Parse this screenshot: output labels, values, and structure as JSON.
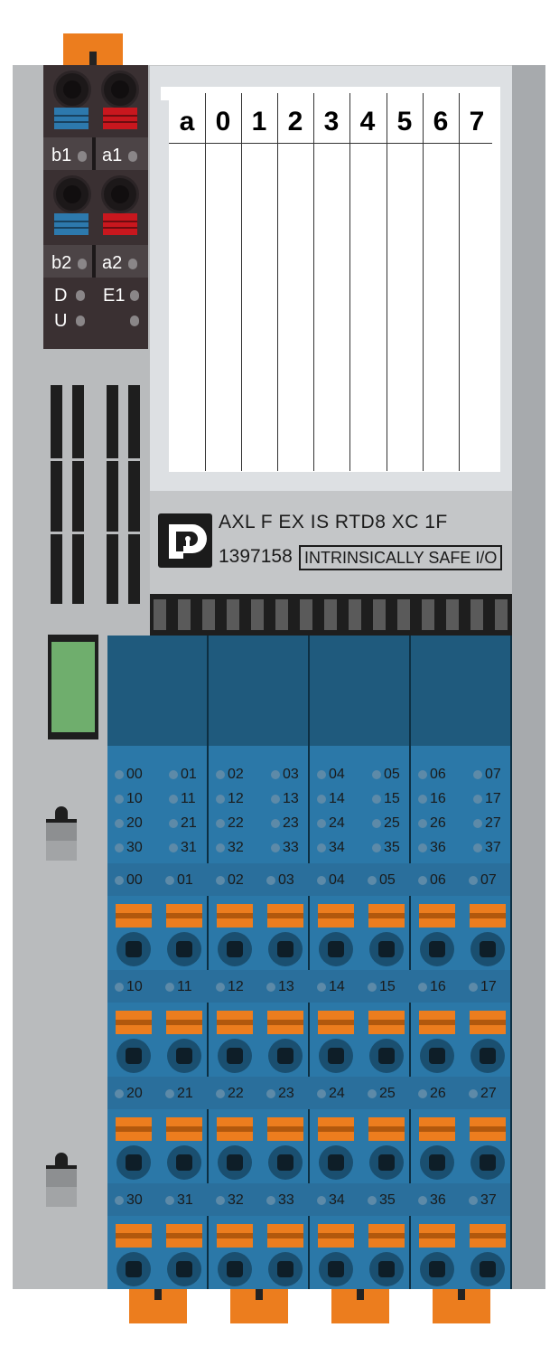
{
  "supply_connector": {
    "row1": {
      "left_label": "b1",
      "right_label": "a1"
    },
    "row2": {
      "left_label": "b2",
      "right_label": "a2"
    },
    "status": {
      "d": "D",
      "u": "U",
      "e1": "E1"
    }
  },
  "label_strip": {
    "columns": [
      "a",
      "0",
      "1",
      "2",
      "3",
      "4",
      "5",
      "6",
      "7"
    ]
  },
  "product": {
    "name": "AXL F EX IS RTD8 XC 1F",
    "article_number": "1397158",
    "safety_label": "INTRINSICALLY SAFE I/O"
  },
  "led_matrix": [
    [
      "00",
      "01",
      "02",
      "03",
      "04",
      "05",
      "06",
      "07"
    ],
    [
      "10",
      "11",
      "12",
      "13",
      "14",
      "15",
      "16",
      "17"
    ],
    [
      "20",
      "21",
      "22",
      "23",
      "24",
      "25",
      "26",
      "27"
    ],
    [
      "30",
      "31",
      "32",
      "33",
      "34",
      "35",
      "36",
      "37"
    ]
  ],
  "terminal_rows": [
    [
      "00",
      "01",
      "02",
      "03",
      "04",
      "05",
      "06",
      "07"
    ],
    [
      "10",
      "11",
      "12",
      "13",
      "14",
      "15",
      "16",
      "17"
    ],
    [
      "20",
      "21",
      "22",
      "23",
      "24",
      "25",
      "26",
      "27"
    ],
    [
      "30",
      "31",
      "32",
      "33",
      "34",
      "35",
      "36",
      "37"
    ]
  ],
  "colors": {
    "orange": "#ec7d1e",
    "module_blue": "#2b78a8",
    "housing_gray": "#c4c6c8",
    "diag_green": "#6fae6d"
  }
}
